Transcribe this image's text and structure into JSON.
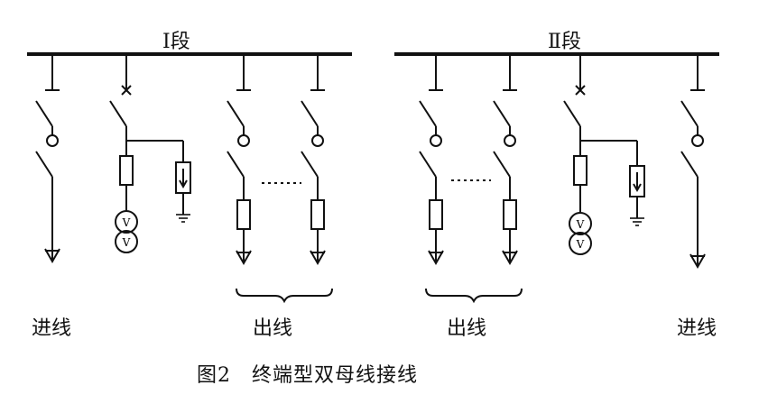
{
  "sections": {
    "left": "Ⅰ段",
    "right": "Ⅱ段"
  },
  "labels": {
    "left_incoming": "进线",
    "left_outgoing": "出线",
    "right_outgoing": "出线",
    "right_incoming": "进线"
  },
  "caption": "图2　终端型双母线接线",
  "vt_symbol": "V"
}
